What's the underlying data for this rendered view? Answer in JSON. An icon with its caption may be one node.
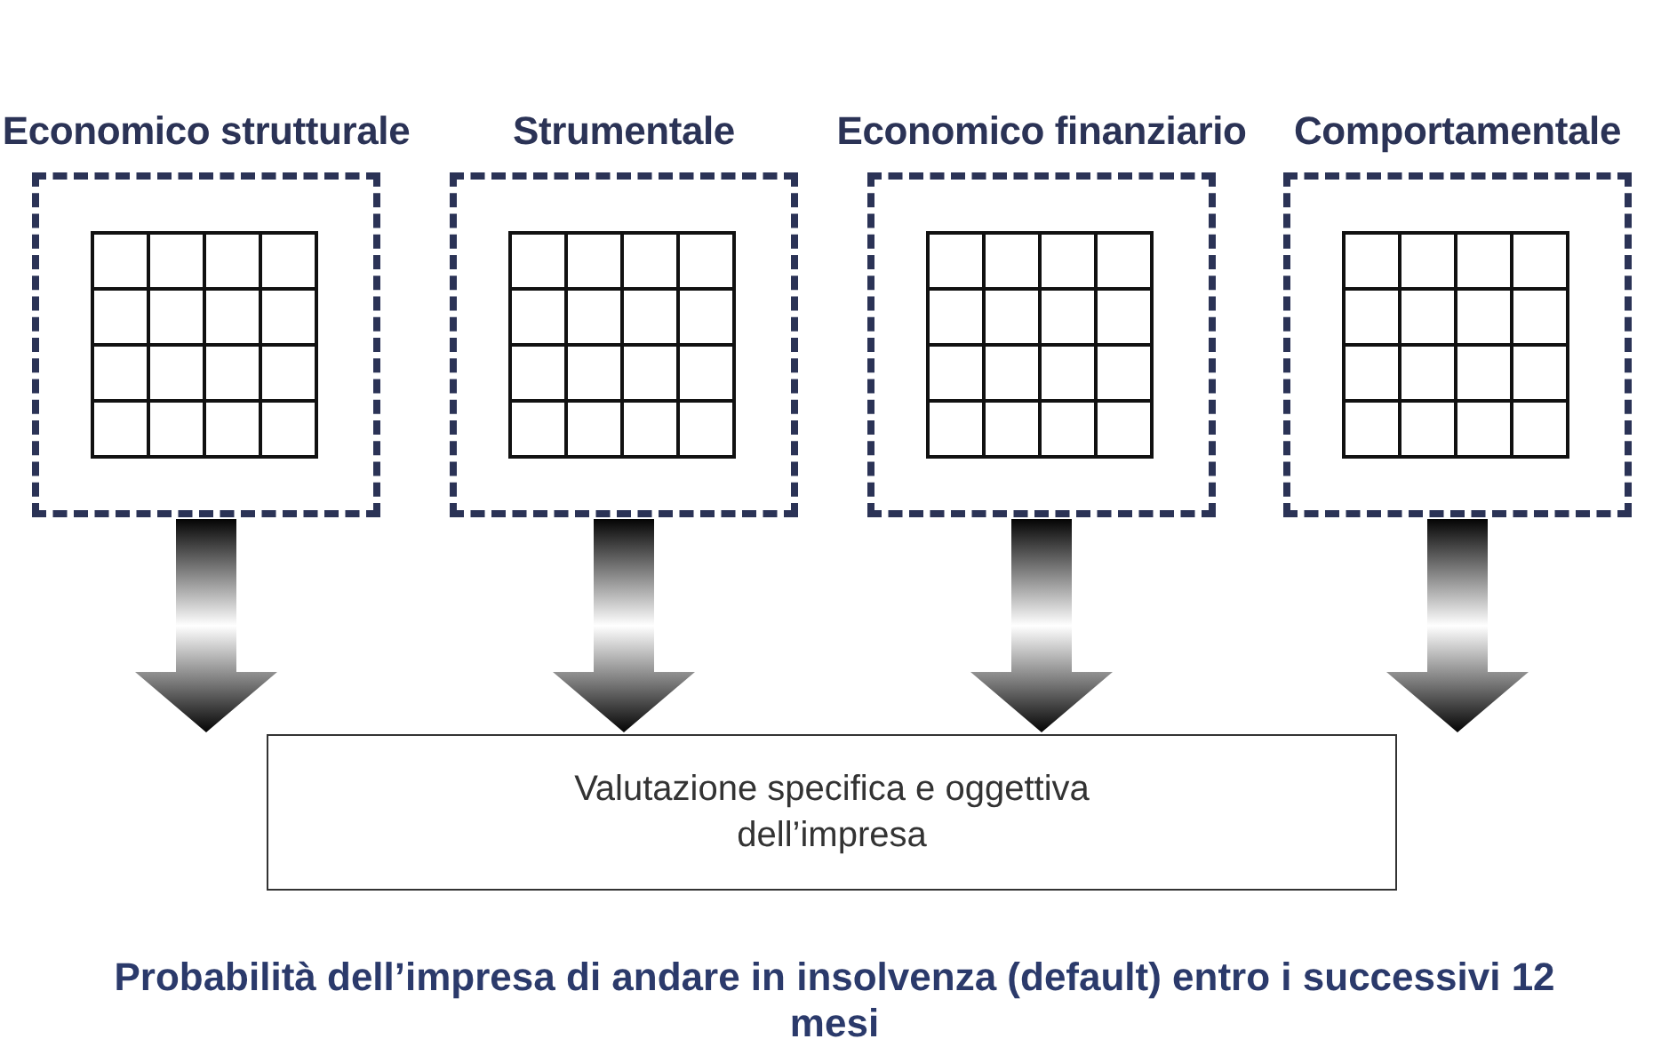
{
  "diagram": {
    "nodes": [
      {
        "text": [
          "Economico strutturale"
        ]
      },
      {
        "text": [
          "Strumentale"
        ]
      },
      {
        "text": [
          "Economico finanziario"
        ]
      },
      {
        "text": [
          "Comportamentale"
        ]
      },
      {
        "text": [
          "Valutazione specifica e oggettiva dell’impresa"
        ]
      }
    ],
    "edges": [
      {
        "from": 0,
        "to": 4,
        "arrow": "to"
      },
      {
        "from": 1,
        "to": 4,
        "arrow": "to"
      },
      {
        "from": 2,
        "to": 4,
        "arrow": "to"
      },
      {
        "from": 3,
        "to": 4,
        "arrow": "to"
      }
    ],
    "caption": "Probabilità dell’impresa di andare in insolvenza (default) entro i successivi 12 mesi"
  }
}
